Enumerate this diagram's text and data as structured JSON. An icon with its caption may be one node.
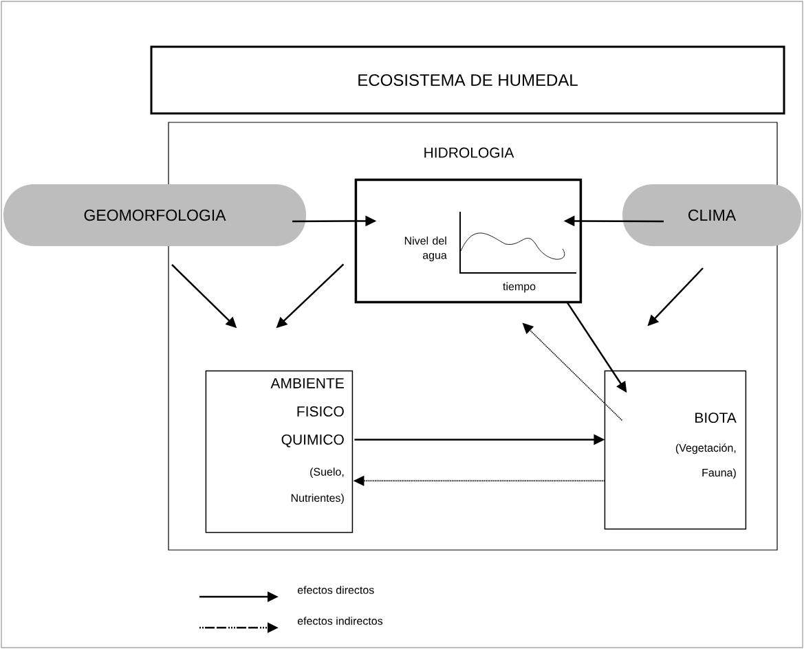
{
  "diagram": {
    "nodes": [
      {
        "text": [
          "ECOSISTEMA DE HUMEDAL"
        ]
      },
      {
        "text": [],
        "shape": "box"
      },
      {
        "text": [
          "GEOMORFOLOGIA"
        ]
      },
      {
        "text": [
          "HIDROLOGIA",
          "Nivel del agua",
          "tiempo"
        ],
        "in": 1
      },
      {
        "text": [
          "CLIMA"
        ]
      },
      {
        "text": [
          "AMBIENTE FISICO QUIMICO",
          "(Suelo, Nutrientes)"
        ],
        "in": 1
      },
      {
        "text": [
          "BIOTA",
          "(Vegetación, Fauna)"
        ],
        "in": 1
      }
    ],
    "edges": [
      {
        "from": 2,
        "to": 3,
        "arrow": "to"
      },
      {
        "from": 4,
        "to": 3,
        "arrow": "to"
      },
      {
        "from": 2,
        "to": 5,
        "arrow": "to"
      },
      {
        "from": 3,
        "to": 5,
        "arrow": "to"
      },
      {
        "from": 4,
        "to": 6,
        "arrow": "to"
      },
      {
        "from": 3,
        "to": 6,
        "arrow": "to"
      },
      {
        "from": 6,
        "to": 3,
        "arrow": "to",
        "style": "dashed"
      },
      {
        "from": 5,
        "to": 6,
        "arrow": "to"
      },
      {
        "from": 6,
        "to": 5,
        "arrow": "to",
        "style": "dashed"
      }
    ],
    "legend": [
      {
        "text": "efectos directos"
      },
      {
        "text": "efectos indirectos"
      }
    ]
  }
}
